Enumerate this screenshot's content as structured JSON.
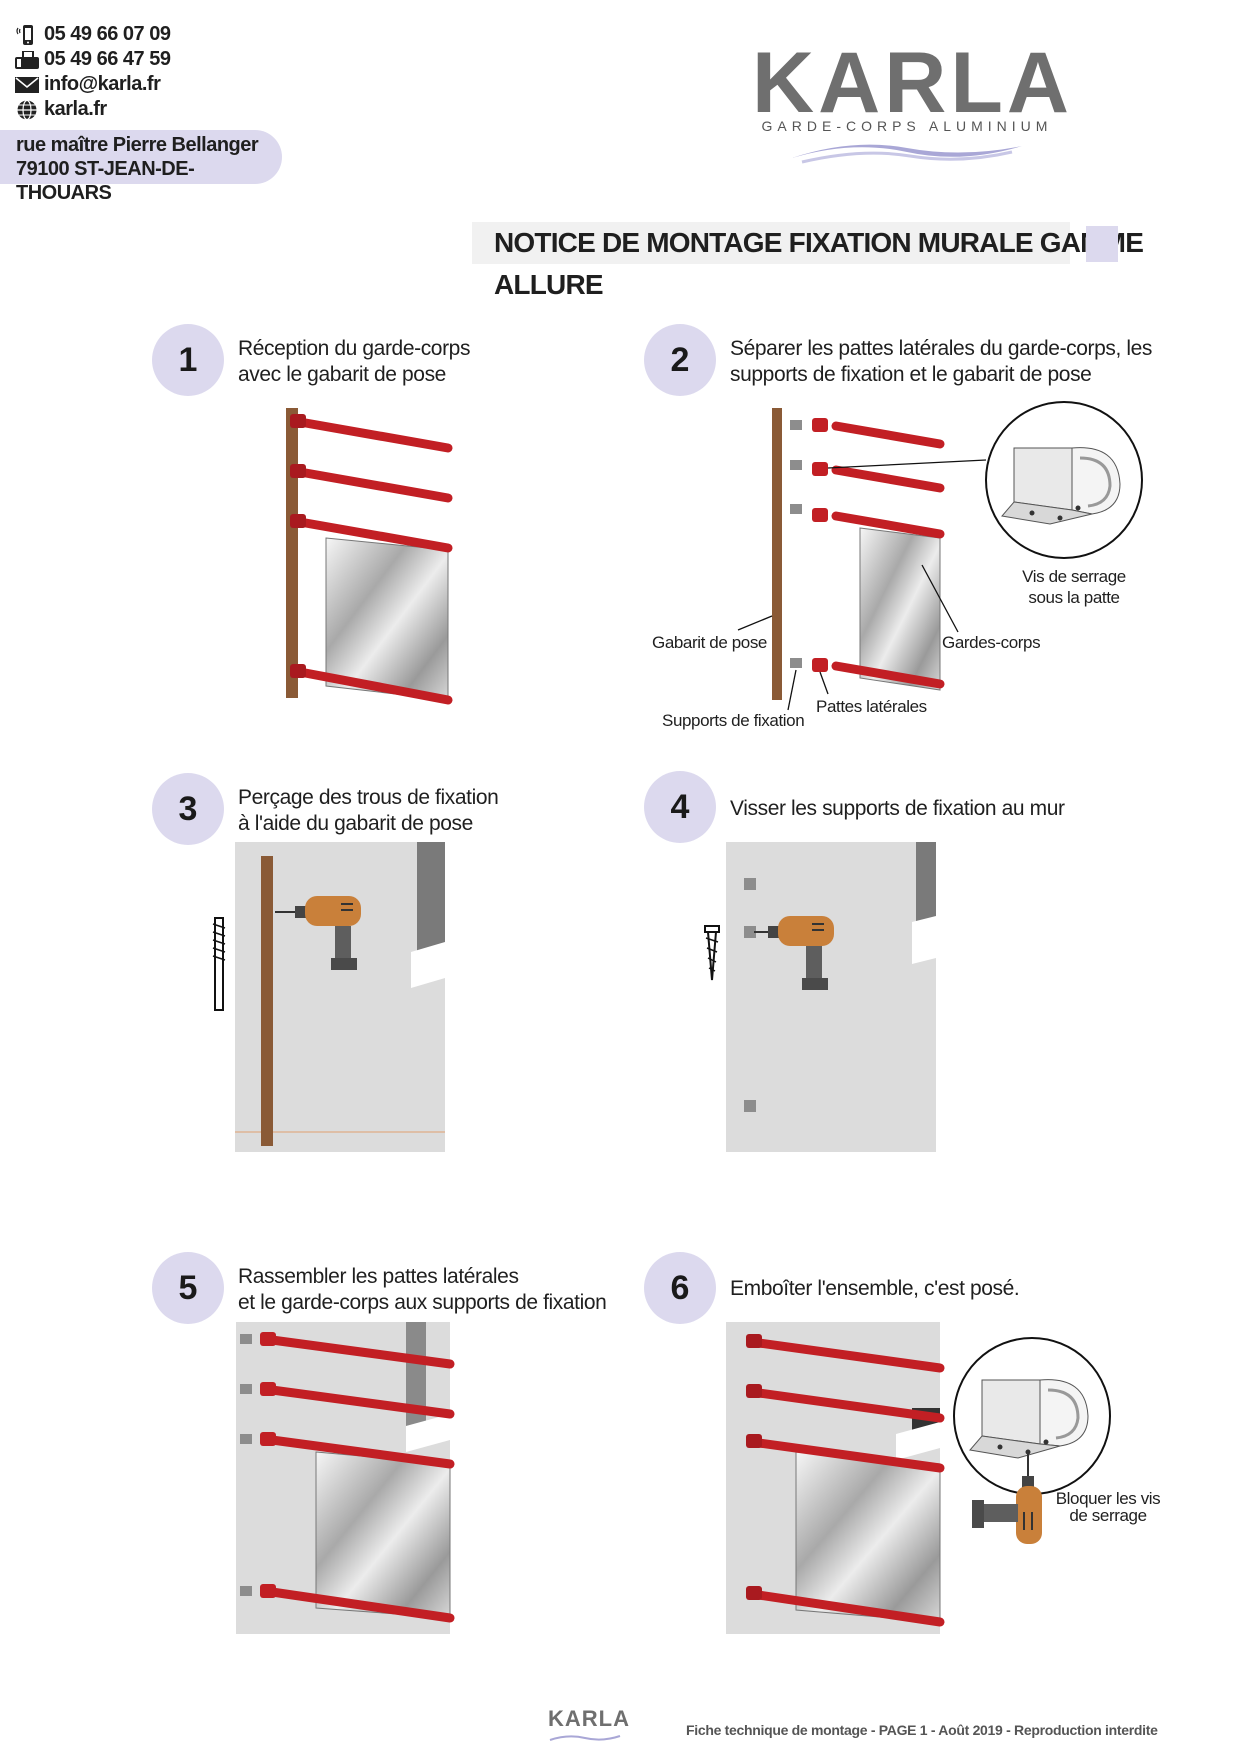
{
  "contacts": {
    "phone_mobile": "05 49 66 07 09",
    "fax": "05 49 66 47 59",
    "email": "info@karla.fr",
    "website": "karla.fr",
    "address_line1": "rue maître Pierre Bellanger",
    "address_line2": "79100 ST-JEAN-DE-THOUARS"
  },
  "logo": {
    "name": "KARLA",
    "tagline": "GARDE-CORPS ALUMINIUM"
  },
  "title": "NOTICE DE MONTAGE FIXATION MURALE GAMME ALLURE",
  "steps": [
    {
      "number": "1",
      "line1": "Réception du garde-corps",
      "line2": "avec le gabarit de pose"
    },
    {
      "number": "2",
      "line1": "Séparer les pattes latérales du garde-corps, les",
      "line2": "supports de fixation et le gabarit de pose"
    },
    {
      "number": "3",
      "line1": "Perçage des trous de fixation",
      "line2": "à l'aide du gabarit de pose"
    },
    {
      "number": "4",
      "line1": "Visser les supports de fixation au mur",
      "line2": ""
    },
    {
      "number": "5",
      "line1": "Rassembler les pattes latérales",
      "line2": "et le garde-corps aux supports de fixation"
    },
    {
      "number": "6",
      "line1": "Emboîter l'ensemble, c'est posé.",
      "line2": ""
    }
  ],
  "labels": {
    "vis_serrage_1": "Vis de serrage",
    "vis_serrage_2": "sous la patte",
    "gabarit": "Gabarit de pose",
    "gardes_corps": "Gardes-corps",
    "pattes": "Pattes latérales",
    "supports": "Supports de fixation",
    "bloquer_1": "Bloquer les vis",
    "bloquer_2": "de serrage"
  },
  "footer": {
    "text": "Fiche technique de montage - PAGE 1 - Août 2019 - Reproduction interdite"
  },
  "colors": {
    "accent": "#dcd9ee",
    "rail": "#c21f24",
    "wood": "#8a5a36",
    "wall": "#dcdcdc",
    "drill": "#c9803a"
  }
}
